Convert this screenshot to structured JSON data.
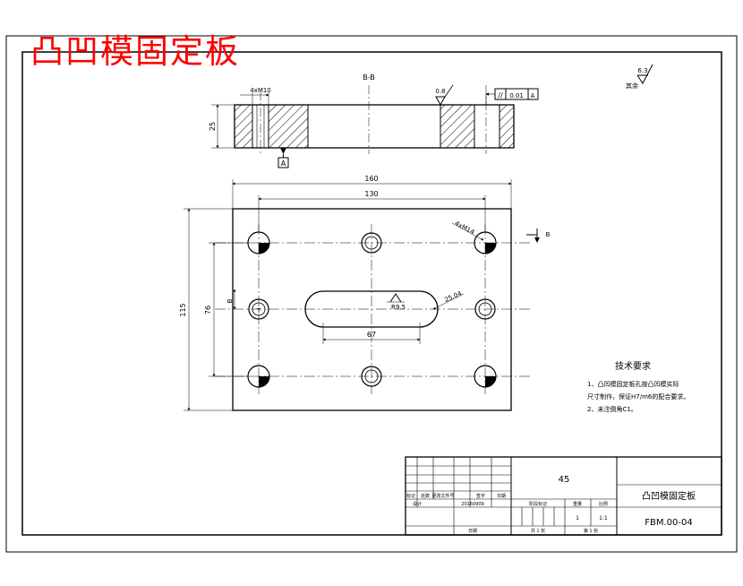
{
  "title_overlay": "凸凹模固定板",
  "views": {
    "section_label": "B-B",
    "dim_hole_top": "4xM10",
    "dim_thickness": "25",
    "datum_a": "A",
    "roughness_top": "0.8",
    "tolerance_symbol": "//",
    "tolerance_value": "0.01",
    "tolerance_datum": "A",
    "roughness_other_value": "6.3",
    "roughness_other_label": "其余",
    "dim_width_outer": "160",
    "dim_width_inner": "130",
    "dim_height_outer": "115",
    "dim_height_inner": "76",
    "dim_half": "B",
    "dim_holes_4": "4xM14",
    "dim_slot_length": "67",
    "dim_slot_radius": "R9.5",
    "dim_slot_width": "25.04",
    "section_mark": "B",
    "center_mark": "T"
  },
  "notes": {
    "heading": "技术要求",
    "line1": "1、凸凹模固定板孔按凸凹模实际",
    "line2": "尺寸制作，保证H7/m6的配合要求。",
    "line3": "2、未注倒角C1。"
  },
  "title_block": {
    "material": "45",
    "part_name": "凸凹模固定板",
    "drawing_no": "FBM.00-04",
    "row_labels": [
      "标记",
      "处数",
      "更改文件号",
      "签字",
      "日期"
    ],
    "designer_label": "设计",
    "date_value": "20160909",
    "stage_label": "阶段标记",
    "weight_label": "重量",
    "scale_label": "比例",
    "qty_value": "1",
    "scale_value": "1:1",
    "sheets_label": "共 1 张",
    "sheet_label": "第 1 张",
    "approve_label": "日期"
  }
}
